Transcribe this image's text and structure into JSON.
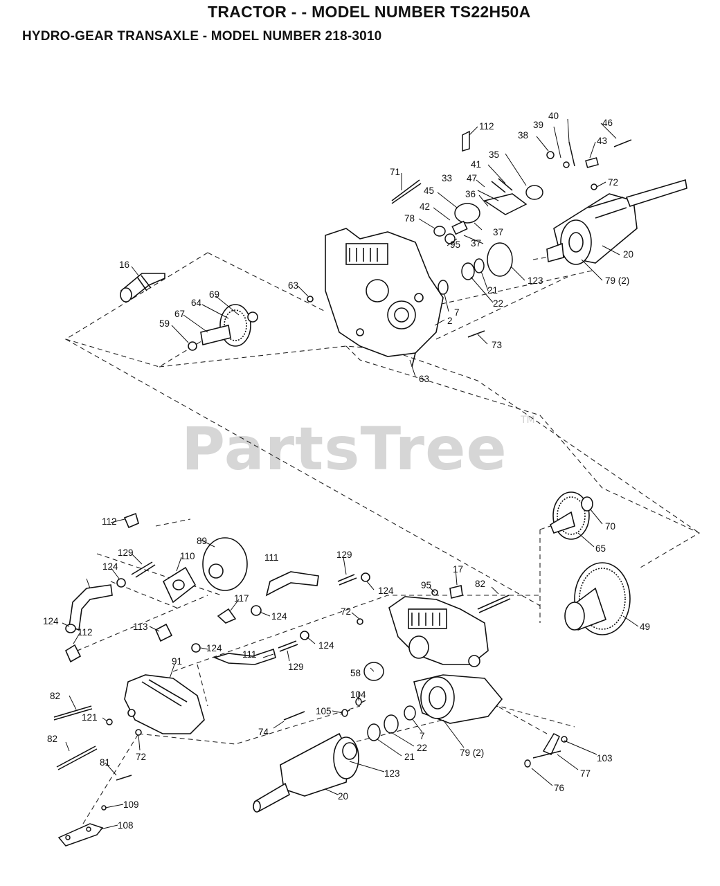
{
  "header": {
    "title": "TRACTOR - - MODEL NUMBER TS22H50A",
    "subtitle": "HYDRO-GEAR TRANSAXLE - MODEL NUMBER 218-3010"
  },
  "watermark": {
    "text": "PartsTree",
    "tm": "TM"
  },
  "callouts": [
    "112",
    "40",
    "39",
    "46",
    "38",
    "43",
    "35",
    "41",
    "72",
    "71",
    "33",
    "47",
    "45",
    "36",
    "42",
    "78",
    "37",
    "37",
    "95",
    "123",
    "20",
    "79 (2)",
    "16",
    "63",
    "69",
    "64",
    "67",
    "59",
    "21",
    "22",
    "7",
    "2",
    "73",
    "63",
    "70",
    "65",
    "49",
    "112",
    "129",
    "89",
    "110",
    "124",
    "111",
    "129",
    "124",
    "95",
    "17",
    "82",
    "117",
    "124",
    "72",
    "124",
    "112",
    "113",
    "124",
    "111",
    "129",
    "124",
    "91",
    "58",
    "104",
    "82",
    "121",
    "105",
    "74",
    "7",
    "72",
    "22",
    "21",
    "79 (2)",
    "82",
    "81",
    "123",
    "103",
    "77",
    "76",
    "20",
    "109",
    "108"
  ]
}
